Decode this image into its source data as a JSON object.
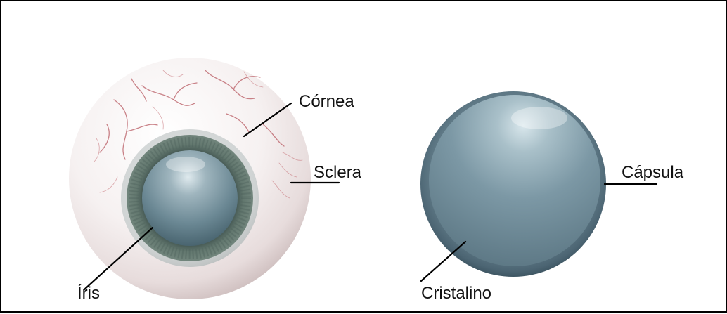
{
  "labels": {
    "cornea": "Córnea",
    "sclera": "Sclera",
    "iris": "Íris",
    "capsule": "Cápsula",
    "lens": "Cristalino"
  },
  "colors": {
    "sclera": "#f3eeee",
    "vein": "#b85a62",
    "cornea_ring": "#c9cccc",
    "iris": "#5f7671",
    "pupil": "#6f8c98",
    "lens_capsule": "#5b7582",
    "lens_body": "#7995a2"
  }
}
